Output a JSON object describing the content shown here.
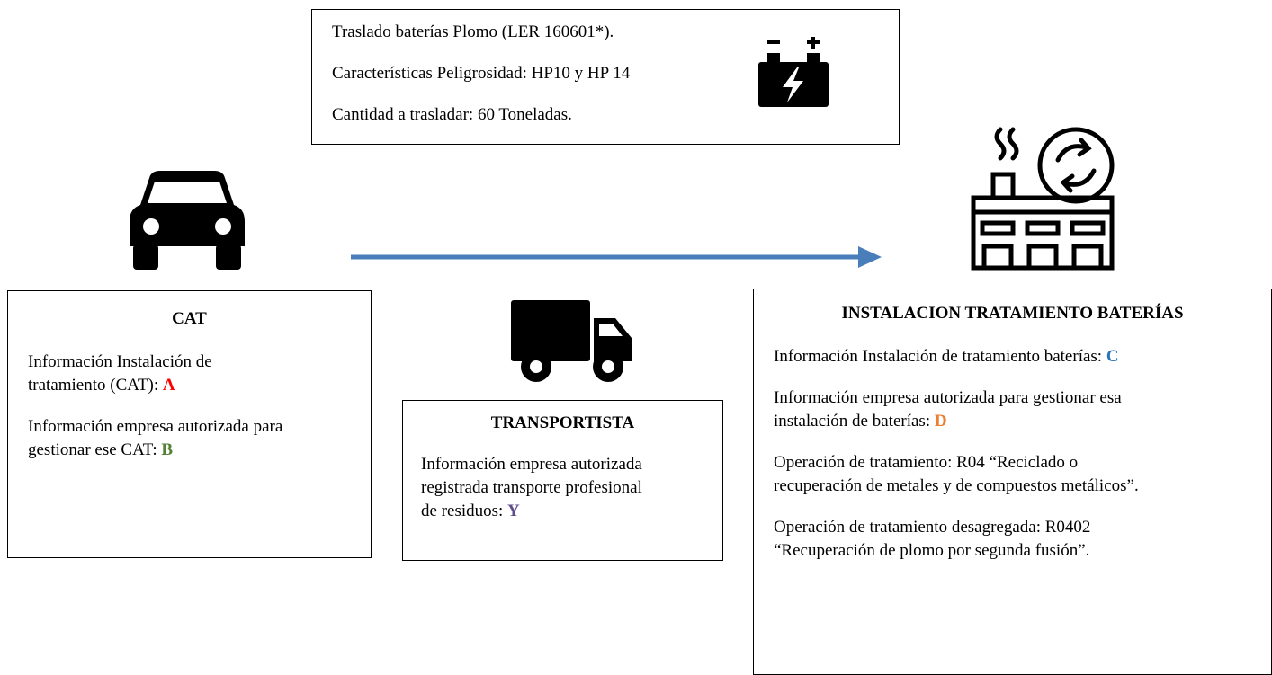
{
  "shipment": {
    "line1": "Traslado baterías Plomo (LER 160601*).",
    "line2": "Características Peligrosidad: HP10 y HP 14",
    "line3": "Cantidad a trasladar: 60 Toneladas."
  },
  "cat": {
    "title": "CAT",
    "info1_line1": "Información Instalación de",
    "info1_line2": "tratamiento (CAT): ",
    "code_a": "A",
    "info2_line1": "Información empresa autorizada para",
    "info2_line2": "gestionar ese CAT: ",
    "code_b": "B"
  },
  "carrier": {
    "title": "TRANSPORTISTA",
    "line1": "Información empresa autorizada",
    "line2": "registrada transporte profesional",
    "line3": "de residuos: ",
    "code_y": "Y"
  },
  "plant": {
    "title": "INSTALACION TRATAMIENTO BATERÍAS",
    "info1": "Información Instalación de tratamiento baterías: ",
    "code_c": "C",
    "info2_line1": "Información empresa autorizada para gestionar esa",
    "info2_line2": "instalación de baterías: ",
    "code_d": "D",
    "op_line1": "Operación de tratamiento: R04 “Reciclado o",
    "op_line2": "recuperación de metales y de compuestos metálicos”.",
    "op2_line1": "Operación de tratamiento desagregada: R0402",
    "op2_line2": "“Recuperación de plomo por segunda fusión”."
  },
  "colors": {
    "code_a": "#ff0000",
    "code_b": "#548235",
    "code_c": "#2e75b6",
    "code_d": "#ed7d31",
    "code_y": "#5f4b8b",
    "arrow": "#4a7ebb"
  },
  "icons": [
    "battery-icon",
    "car-icon",
    "truck-icon",
    "recycling-factory-icon",
    "flow-arrow"
  ]
}
